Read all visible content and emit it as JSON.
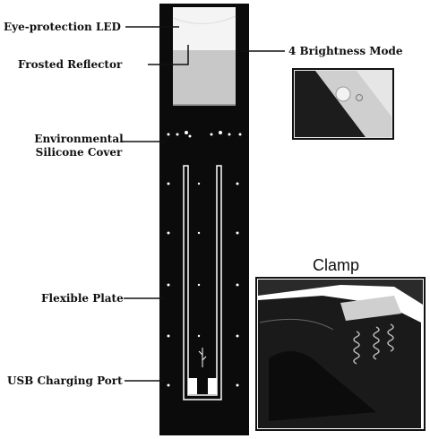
{
  "labels": {
    "eye_protection_led": "Eye-protection LED",
    "frosted_reflector": "Frosted Reflector",
    "brightness_mode": "4 Brightness Mode",
    "silicone_cover_line1": "Environmental",
    "silicone_cover_line2": "Silicone Cover",
    "flexible_plate": "Flexible Plate",
    "usb_port": "USB Charging Port",
    "clamp": "Clamp"
  },
  "colors": {
    "device_body": "#0b0b0b",
    "led_panel": "#f2f2f2",
    "reflector": "#c8c8c8",
    "accent_line": "#111111"
  },
  "icons": {
    "power_button": "power-icon",
    "usb": "usb-icon"
  }
}
